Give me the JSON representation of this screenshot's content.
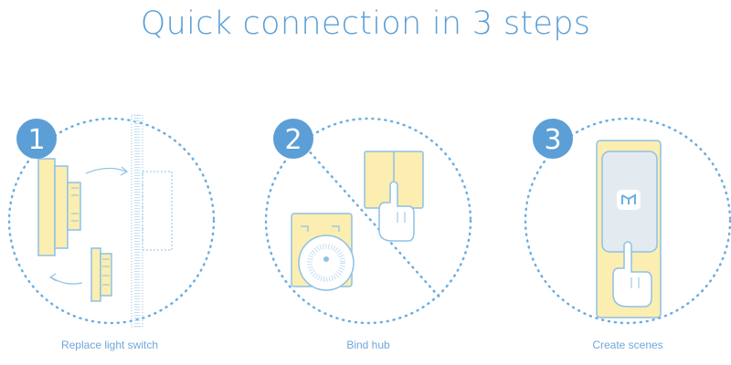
{
  "title": "Quick connection  in 3 steps",
  "colors": {
    "accent_blue": "#5b9fd6",
    "dotted_blue": "#6aaee0",
    "device_yellow": "#fbeeb0",
    "outline_blue": "#8ec1e6"
  },
  "steps": [
    {
      "number": "1",
      "caption": "Replace light switch",
      "icon": "wall-switch-install-icon"
    },
    {
      "number": "2",
      "caption": "Bind hub",
      "icon": "hub-pairing-icon"
    },
    {
      "number": "3",
      "caption": "Create scenes",
      "icon": "phone-app-icon"
    }
  ]
}
